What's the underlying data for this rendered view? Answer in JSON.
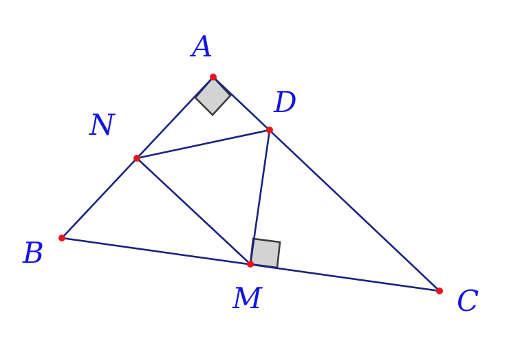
{
  "figure": {
    "colors": {
      "edge": "#1a237e",
      "point": "#e8141c",
      "label": "#1515e0",
      "right_angle_fill": "#d3d3d3",
      "right_angle_stroke": "#3c3c3c"
    },
    "points": {
      "A": "A",
      "B": "B",
      "C": "C",
      "D": "D",
      "M": "M",
      "N": "N"
    },
    "segments": [
      [
        "A",
        "B"
      ],
      [
        "A",
        "C"
      ],
      [
        "B",
        "C"
      ],
      [
        "N",
        "D"
      ],
      [
        "N",
        "M"
      ],
      [
        "D",
        "M"
      ]
    ],
    "right_angles": [
      [
        "B",
        "A",
        "C"
      ],
      [
        "D",
        "M",
        "C"
      ]
    ]
  }
}
